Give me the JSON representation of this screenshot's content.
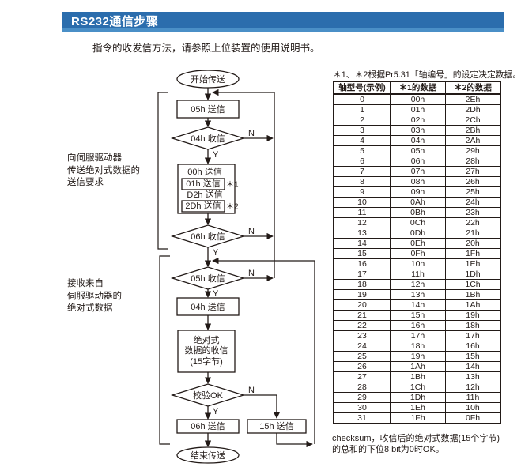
{
  "page": {
    "title": "RS232通信步骤",
    "intro": "指令的收发信方法，请参照上位装置的使用说明书。"
  },
  "flowchart": {
    "start_label": "开始传送",
    "end_label": "结束传送",
    "yes_label": "Y",
    "no_label": "N",
    "group1_lines": [
      "向伺服驱动器",
      "传送绝对式数据的",
      "送信要求"
    ],
    "group2_lines": [
      "接收来自",
      "伺服驱动器的",
      "绝对式数据"
    ],
    "send_05h": "05h 送信",
    "recv_04h": "04h 收信",
    "block_line1": "00h 送信",
    "block_line2": "01h 送信",
    "block_line3": "D2h 送信",
    "block_line4": "2Dh 送信",
    "ref1": "＊1",
    "ref2": "＊2",
    "recv_06h": "06h 收信",
    "recv_05h": "05h 收信",
    "send_04h": "04h 送信",
    "recv_abs_line1": "绝对式",
    "recv_abs_line2": "数据的收信",
    "recv_abs_line3": "(15字节)",
    "check_ok": "校验OK",
    "send_06h": "06h 送信",
    "send_15h": "15h 送信"
  },
  "table": {
    "note_above": "＊1、＊2根据Pr5.31「轴编号」的设定决定数据。",
    "headers": [
      "轴型号(示例)",
      "＊1的数据",
      "＊2的数据"
    ],
    "rows": [
      [
        "0",
        "00h",
        "2Eh"
      ],
      [
        "1",
        "01h",
        "2Dh"
      ],
      [
        "2",
        "02h",
        "2Ch"
      ],
      [
        "3",
        "03h",
        "2Bh"
      ],
      [
        "4",
        "04h",
        "2Ah"
      ],
      [
        "5",
        "05h",
        "29h"
      ],
      [
        "6",
        "06h",
        "28h"
      ],
      [
        "7",
        "07h",
        "27h"
      ],
      [
        "8",
        "08h",
        "26h"
      ],
      [
        "9",
        "09h",
        "25h"
      ],
      [
        "10",
        "0Ah",
        "24h"
      ],
      [
        "11",
        "0Bh",
        "23h"
      ],
      [
        "12",
        "0Ch",
        "22h"
      ],
      [
        "13",
        "0Dh",
        "21h"
      ],
      [
        "14",
        "0Eh",
        "20h"
      ],
      [
        "15",
        "0Fh",
        "1Fh"
      ],
      [
        "16",
        "10h",
        "1Eh"
      ],
      [
        "17",
        "11h",
        "1Dh"
      ],
      [
        "18",
        "12h",
        "1Ch"
      ],
      [
        "19",
        "13h",
        "1Bh"
      ],
      [
        "20",
        "14h",
        "1Ah"
      ],
      [
        "21",
        "15h",
        "19h"
      ],
      [
        "22",
        "16h",
        "18h"
      ],
      [
        "23",
        "17h",
        "17h"
      ],
      [
        "24",
        "18h",
        "16h"
      ],
      [
        "25",
        "19h",
        "15h"
      ],
      [
        "26",
        "1Ah",
        "14h"
      ],
      [
        "27",
        "1Bh",
        "13h"
      ],
      [
        "28",
        "1Ch",
        "12h"
      ],
      [
        "29",
        "1Dh",
        "11h"
      ],
      [
        "30",
        "1Eh",
        "10h"
      ],
      [
        "31",
        "1Fh",
        "0Fh"
      ]
    ],
    "note_below_line1": "checksum，收信后的绝对式数据(15个字节)",
    "note_below_line2": "的总和的下位8 bit为0时OK。"
  },
  "colors": {
    "title_bg": "#2b6dad",
    "title_accent": "#4a8fc7",
    "ink": "#221a17"
  }
}
